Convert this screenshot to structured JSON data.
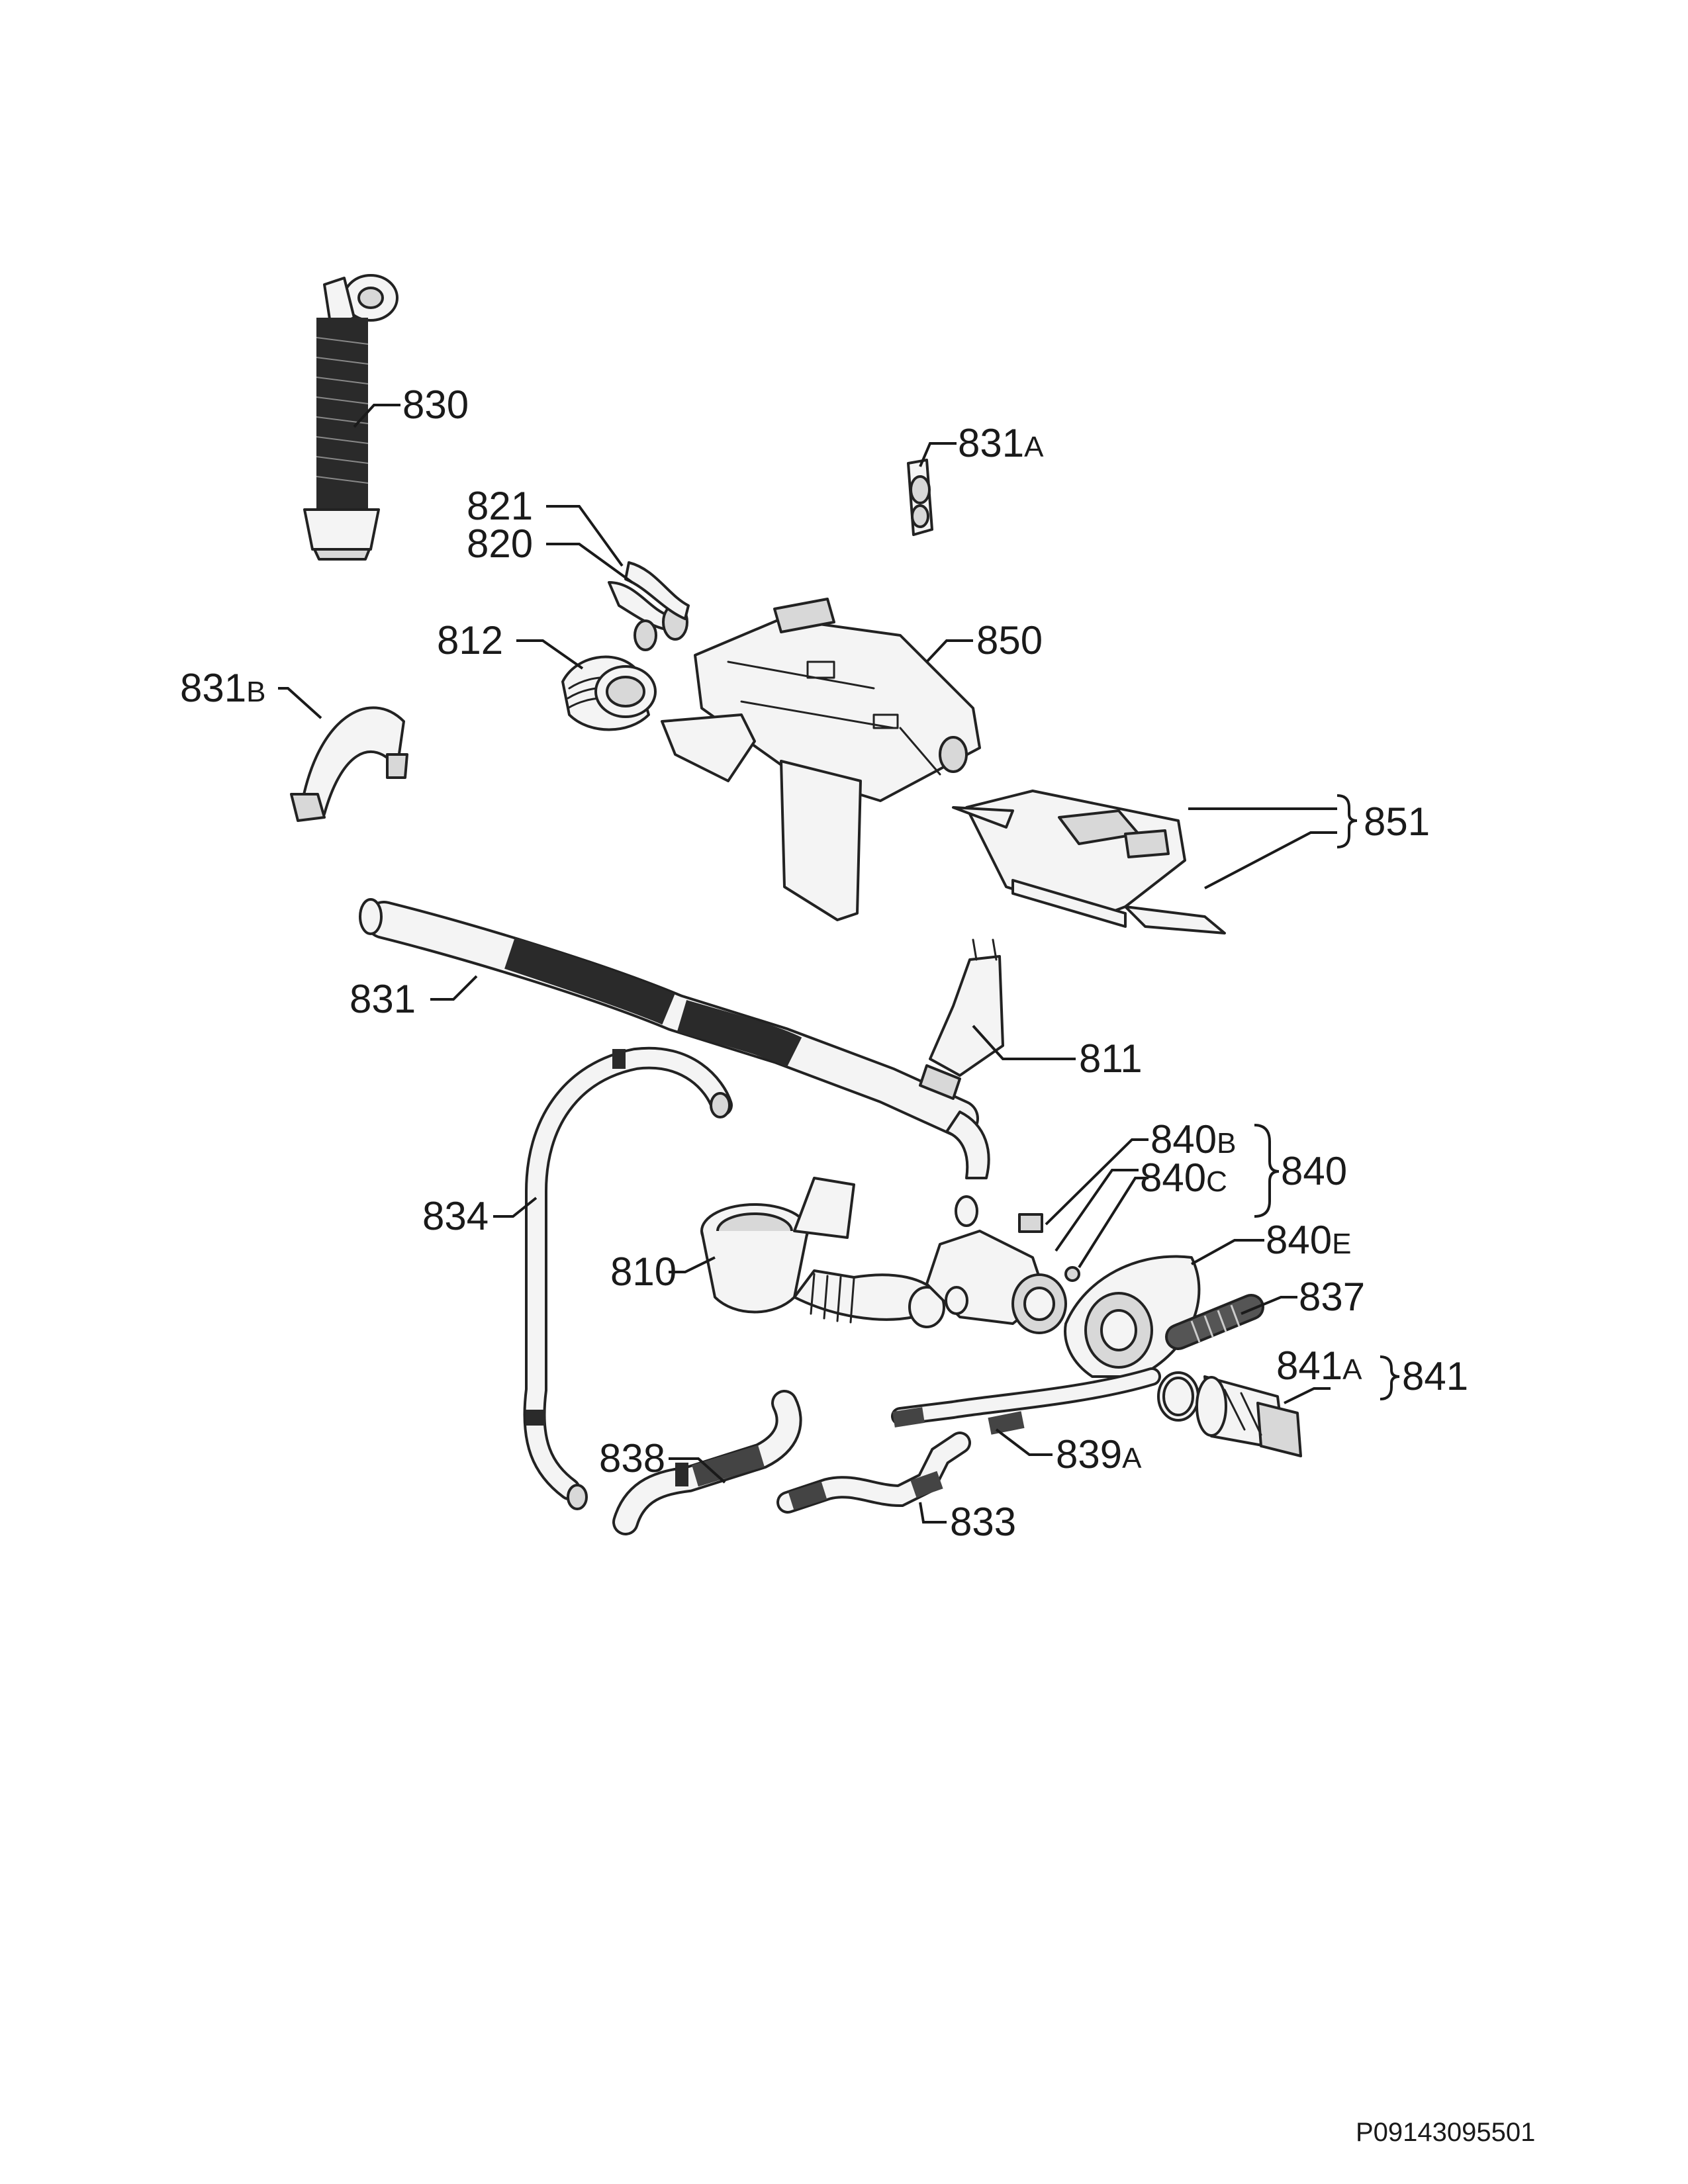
{
  "diagram": {
    "labels": {
      "p830": "830",
      "p831a_num": "831",
      "p831a_suf": "A",
      "p821": "821",
      "p820": "820",
      "p812": "812",
      "p850": "850",
      "p831b_num": "831",
      "p831b_suf": "B",
      "p851": "851",
      "p831": "831",
      "p811": "811",
      "p840b_num": "840",
      "p840b_suf": "B",
      "p840": "840",
      "p840c_num": "840",
      "p840c_suf": "C",
      "p840e_num": "840",
      "p840e_suf": "E",
      "p837": "837",
      "p834": "834",
      "p810": "810",
      "p841a_num": "841",
      "p841a_suf": "A",
      "p841": "841",
      "p838": "838",
      "p839a_num": "839",
      "p839a_suf": "A",
      "p833": "833"
    },
    "drawing_code": "P09143095501"
  }
}
